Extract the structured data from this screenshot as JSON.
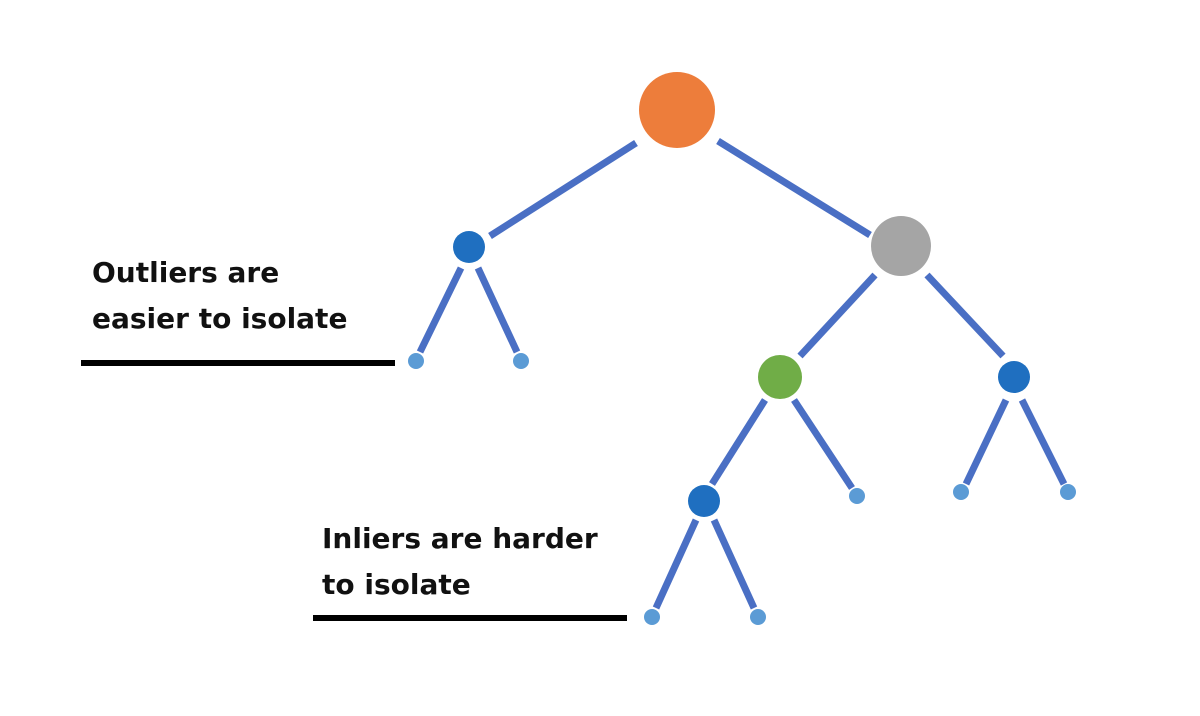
{
  "annotations": {
    "outliers": {
      "line1": "Outliers are",
      "line2": "easier to isolate"
    },
    "inliers": {
      "line1": "Inliers are harder",
      "line2": "to isolate"
    }
  },
  "colors": {
    "edge": "#4a6fc4",
    "root_node": "#ed7d3b",
    "gray_node": "#a5a5a5",
    "green_node": "#70ad47",
    "internal_node": "#1f6fc0",
    "leaf_node": "#5b9bd5",
    "underline": "#000000",
    "text": "#111111"
  }
}
